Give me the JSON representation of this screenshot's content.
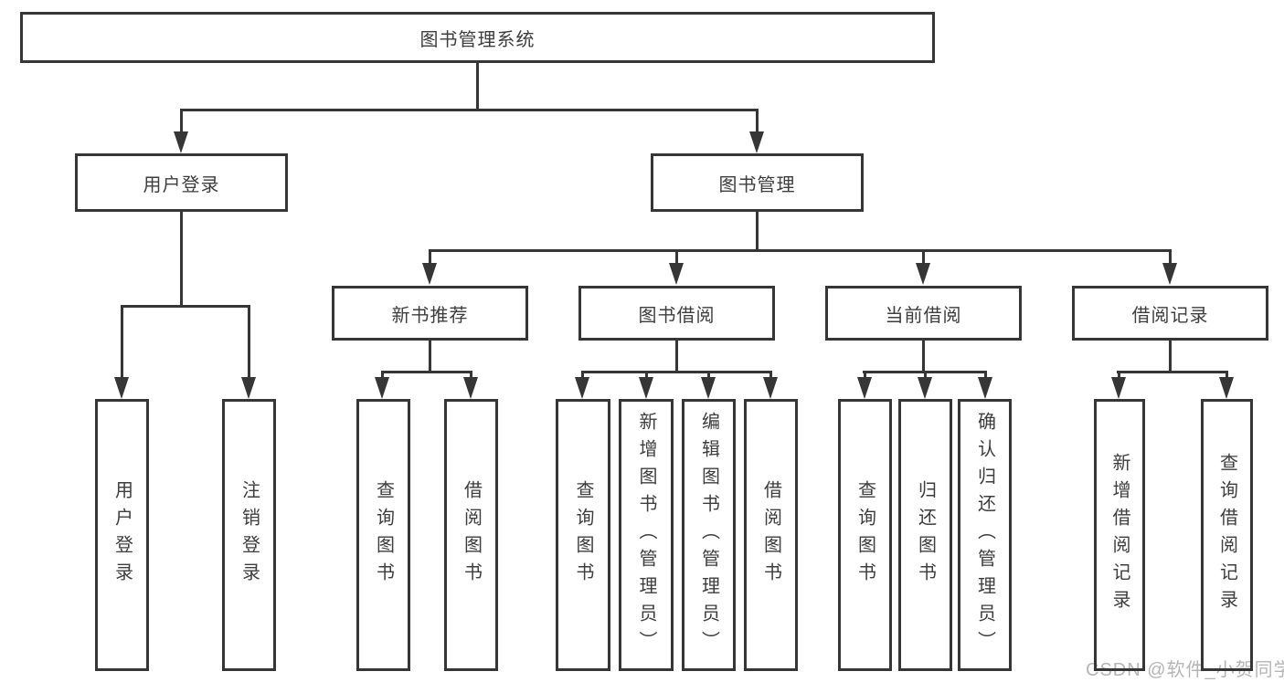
{
  "tree": {
    "label": "图书管理系统",
    "children": [
      {
        "label": "用户登录",
        "children": [
          {
            "label": "用户登录"
          },
          {
            "label": "注销登录"
          }
        ]
      },
      {
        "label": "图书管理",
        "children": [
          {
            "label": "新书推荐",
            "children": [
              {
                "label": "查询图书"
              },
              {
                "label": "借阅图书"
              }
            ]
          },
          {
            "label": "图书借阅",
            "children": [
              {
                "label": "查询图书"
              },
              {
                "label": "新增图书（管理员）"
              },
              {
                "label": "编辑图书（管理员）"
              },
              {
                "label": "借阅图书"
              }
            ]
          },
          {
            "label": "当前借阅",
            "children": [
              {
                "label": "查询图书"
              },
              {
                "label": "归还图书"
              },
              {
                "label": "确认归还（管理员）"
              }
            ]
          },
          {
            "label": "借阅记录",
            "children": [
              {
                "label": "新增借阅记录"
              },
              {
                "label": "查询借阅记录"
              }
            ]
          }
        ]
      }
    ]
  },
  "watermark": {
    "text": "CSDN @软件_小贺同学"
  },
  "colors": {
    "line": "#363636",
    "text": "#3d3d3d",
    "watermark": "#b5b5b5",
    "background": "#ffffff"
  }
}
